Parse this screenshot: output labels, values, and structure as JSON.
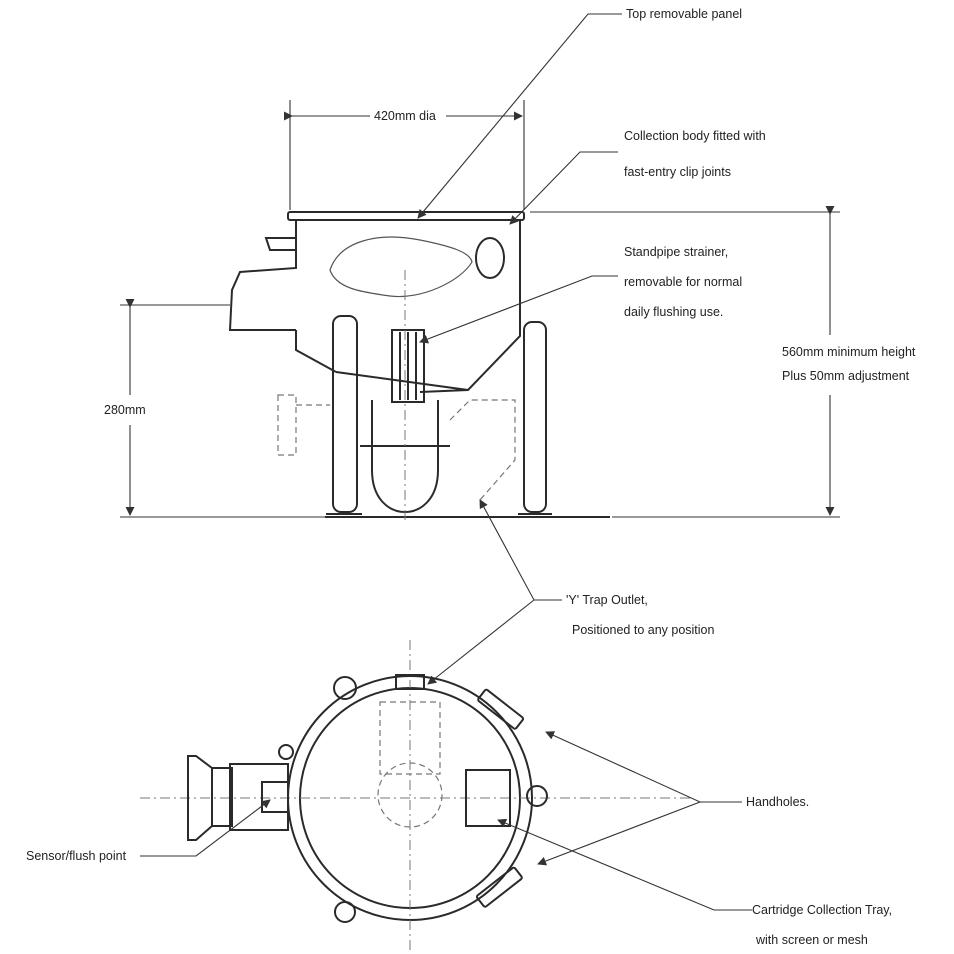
{
  "callouts": {
    "top_panel": "Top removable panel",
    "width_dim": "420mm dia",
    "collection_body": "Collection body fitted with",
    "collection_body_2": "fast-entry clip joints",
    "standpipe": "Standpipe strainer,",
    "standpipe_2": "removable for normal",
    "standpipe_3": "daily flushing use.",
    "height_right": "560mm minimum height",
    "height_right_2": "Plus 50mm adjustment",
    "height_left": "280mm",
    "y_trap": "'Y' Trap Outlet,",
    "y_trap_2": "Positioned to any position",
    "handholes": "Handholes.",
    "sensor_flush": "Sensor/flush point",
    "cartridge": "Cartridge Collection Tray,",
    "cartridge_2": "with screen or mesh"
  }
}
